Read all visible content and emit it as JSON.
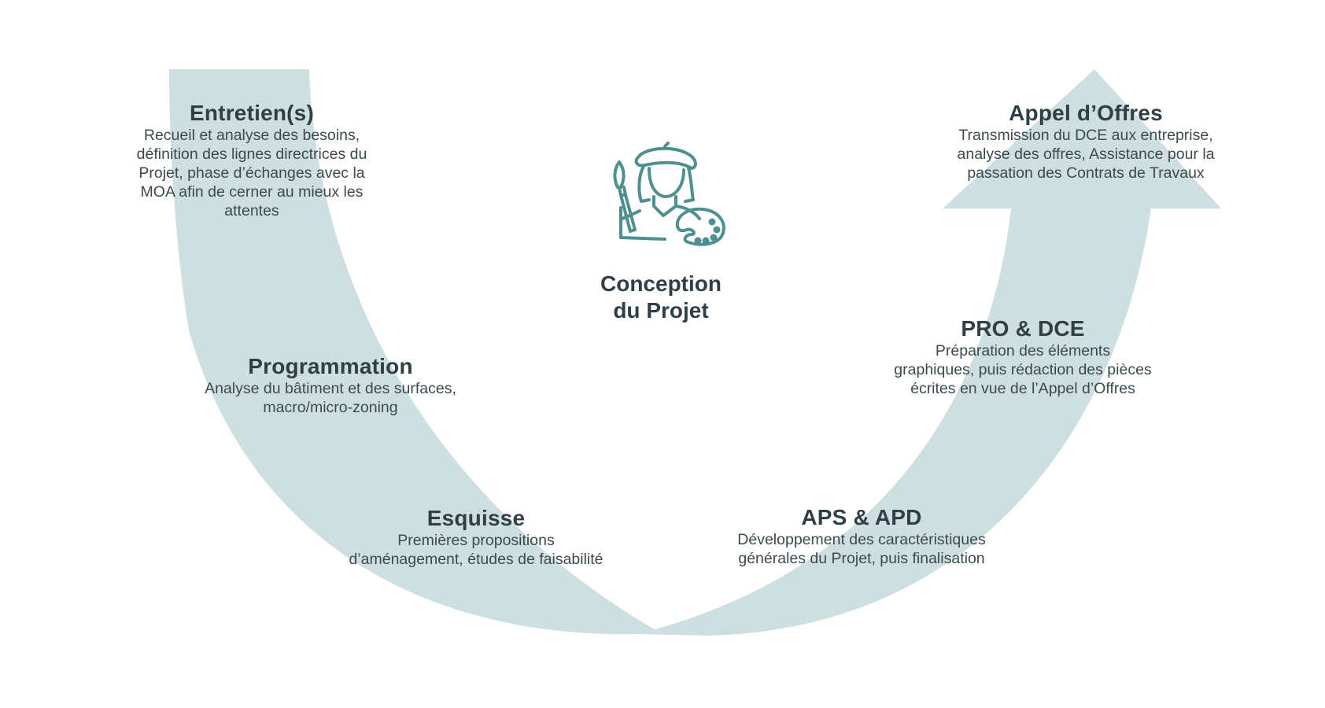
{
  "diagram": {
    "colors": {
      "band": "#cddfe0",
      "icon_stroke": "#4e8f8f",
      "heading": "#2f3f45",
      "text": "#3c4a50",
      "background": "#ffffff"
    },
    "center": {
      "icon": "painter-artist-icon",
      "title": "Conception\ndu Projet"
    },
    "left_descending_phases": [
      {
        "title": "Entretien(s)",
        "description": "Recueil et analyse des besoins,\ndéfinition des lignes directrices du\nProjet, phase d’échanges avec la\nMOA afin de cerner au mieux les\nattentes"
      },
      {
        "title": "Programmation",
        "description": "Analyse du bâtiment et des surfaces,\nmacro/micro-zoning"
      },
      {
        "title": "Esquisse",
        "description": "Premières propositions\nd’aménagement, études de faisabilité"
      }
    ],
    "right_ascending_phases": [
      {
        "title": "APS & APD",
        "description": "Développement des caractéristiques\ngénérales du Projet, puis finalisation"
      },
      {
        "title": "PRO & DCE",
        "description": "Préparation des éléments\ngraphiques, puis rédaction des pièces\nécrites en vue de l’Appel d’Offres"
      },
      {
        "title": "Appel d’Offres",
        "description": "Transmission du DCE aux entreprise,\nanalyse des offres, Assistance pour la\npassation des Contrats de Travaux"
      }
    ]
  }
}
